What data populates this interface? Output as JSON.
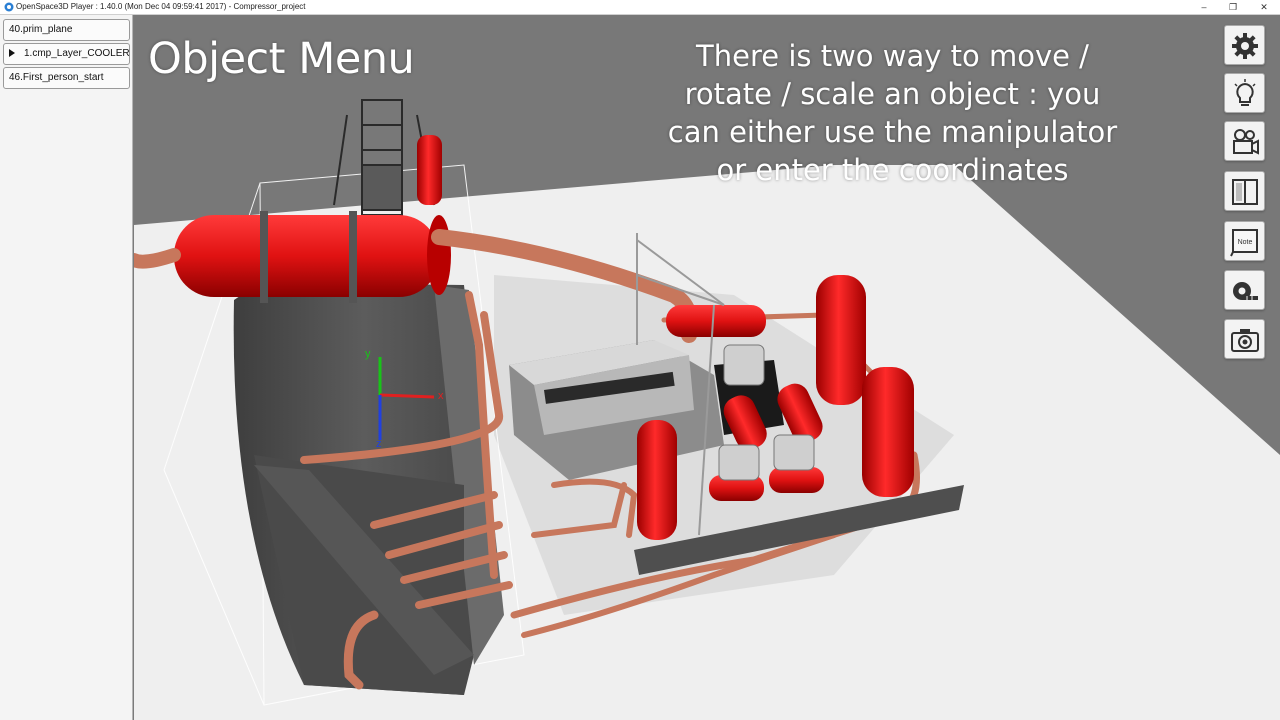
{
  "window": {
    "title": "OpenSpace3D Player : 1.40.0 (Mon Dec 04 09:59:41 2017) - Compressor_project",
    "minimize_glyph": "–",
    "maximize_glyph": "❐",
    "close_glyph": "✕"
  },
  "sidebar": {
    "items": [
      {
        "label": "40.prim_plane",
        "expandable": false
      },
      {
        "label": "1.cmp_Layer_COOLER",
        "expandable": true
      },
      {
        "label": "46.First_person_start",
        "expandable": false
      }
    ]
  },
  "viewport": {
    "title": "Object Menu",
    "caption": "There is two way to move / rotate / scale an object : you can either use the manipulator or enter the coordinates",
    "gizmo": {
      "x_label": "x",
      "y_label": "y",
      "z_label": "z"
    }
  },
  "toolbar": {
    "buttons": [
      {
        "icon": "gear-icon"
      },
      {
        "icon": "lightbulb-icon"
      },
      {
        "icon": "camera-movie-icon"
      },
      {
        "icon": "split-view-icon"
      },
      {
        "icon": "note-icon",
        "label": "Note"
      },
      {
        "icon": "tape-measure-icon"
      },
      {
        "icon": "photo-camera-icon"
      }
    ]
  },
  "colors": {
    "vessel_red": "#e01212",
    "pipe_copper": "#c7775c",
    "floor": "#efefef",
    "background": "#7a7a7a"
  }
}
